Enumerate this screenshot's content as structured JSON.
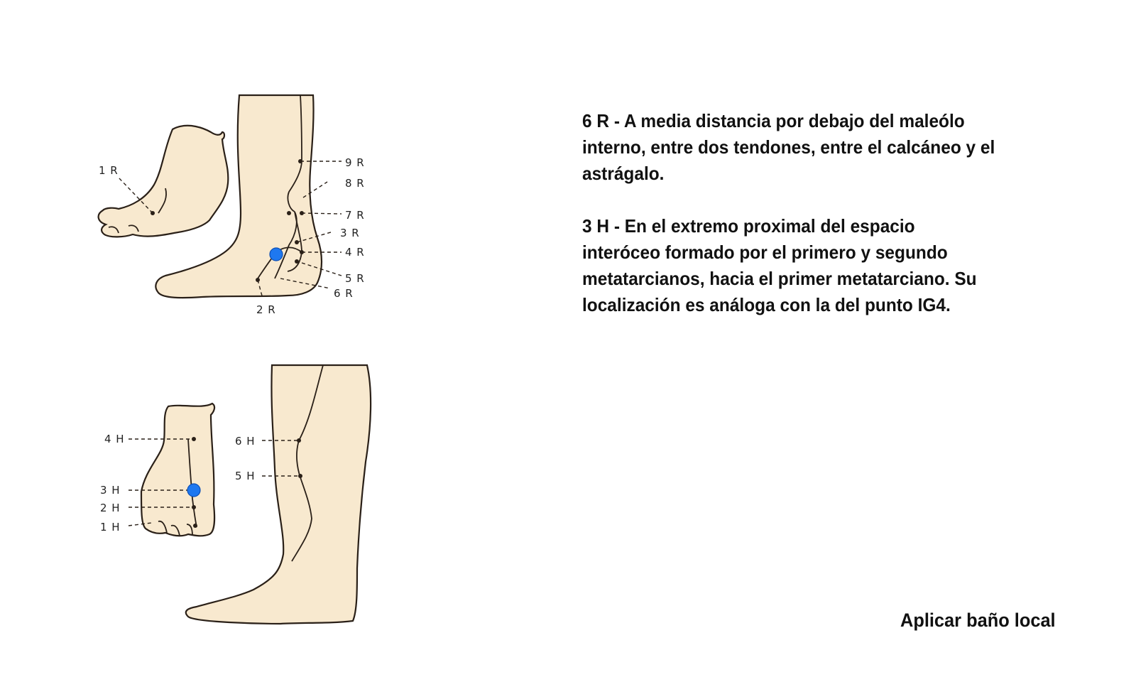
{
  "diagram": {
    "top_labels": {
      "p1R": "1 R",
      "p2R": "2 R",
      "p3R": "3 R",
      "p4R": "4 R",
      "p5R": "5 R",
      "p6R": "6 R",
      "p7R": "7 R",
      "p8R": "8 R",
      "p9R": "9 R"
    },
    "bottom_labels": {
      "p1H": "1 H",
      "p2H": "2 H",
      "p3H": "3 H",
      "p4H": "4 H",
      "p5H": "5 H",
      "p6H": "6 H"
    },
    "highlight_points": [
      "6 R",
      "3 H"
    ],
    "highlight_color": "#1e78f0",
    "skin_color": "#f8e9cf"
  },
  "descriptions": [
    {
      "text": "6 R - A media distancia por debajo del maleólo interno, entre dos tendones, entre el calcáneo y el astrágalo."
    },
    {
      "text": "3 H - En el extremo proximal del espacio interóceo formado por el primero y segundo metatarcianos, hacia el primer metatarciano. Su localización es análoga con la del punto IG4."
    }
  ],
  "note": "Aplicar baño local"
}
